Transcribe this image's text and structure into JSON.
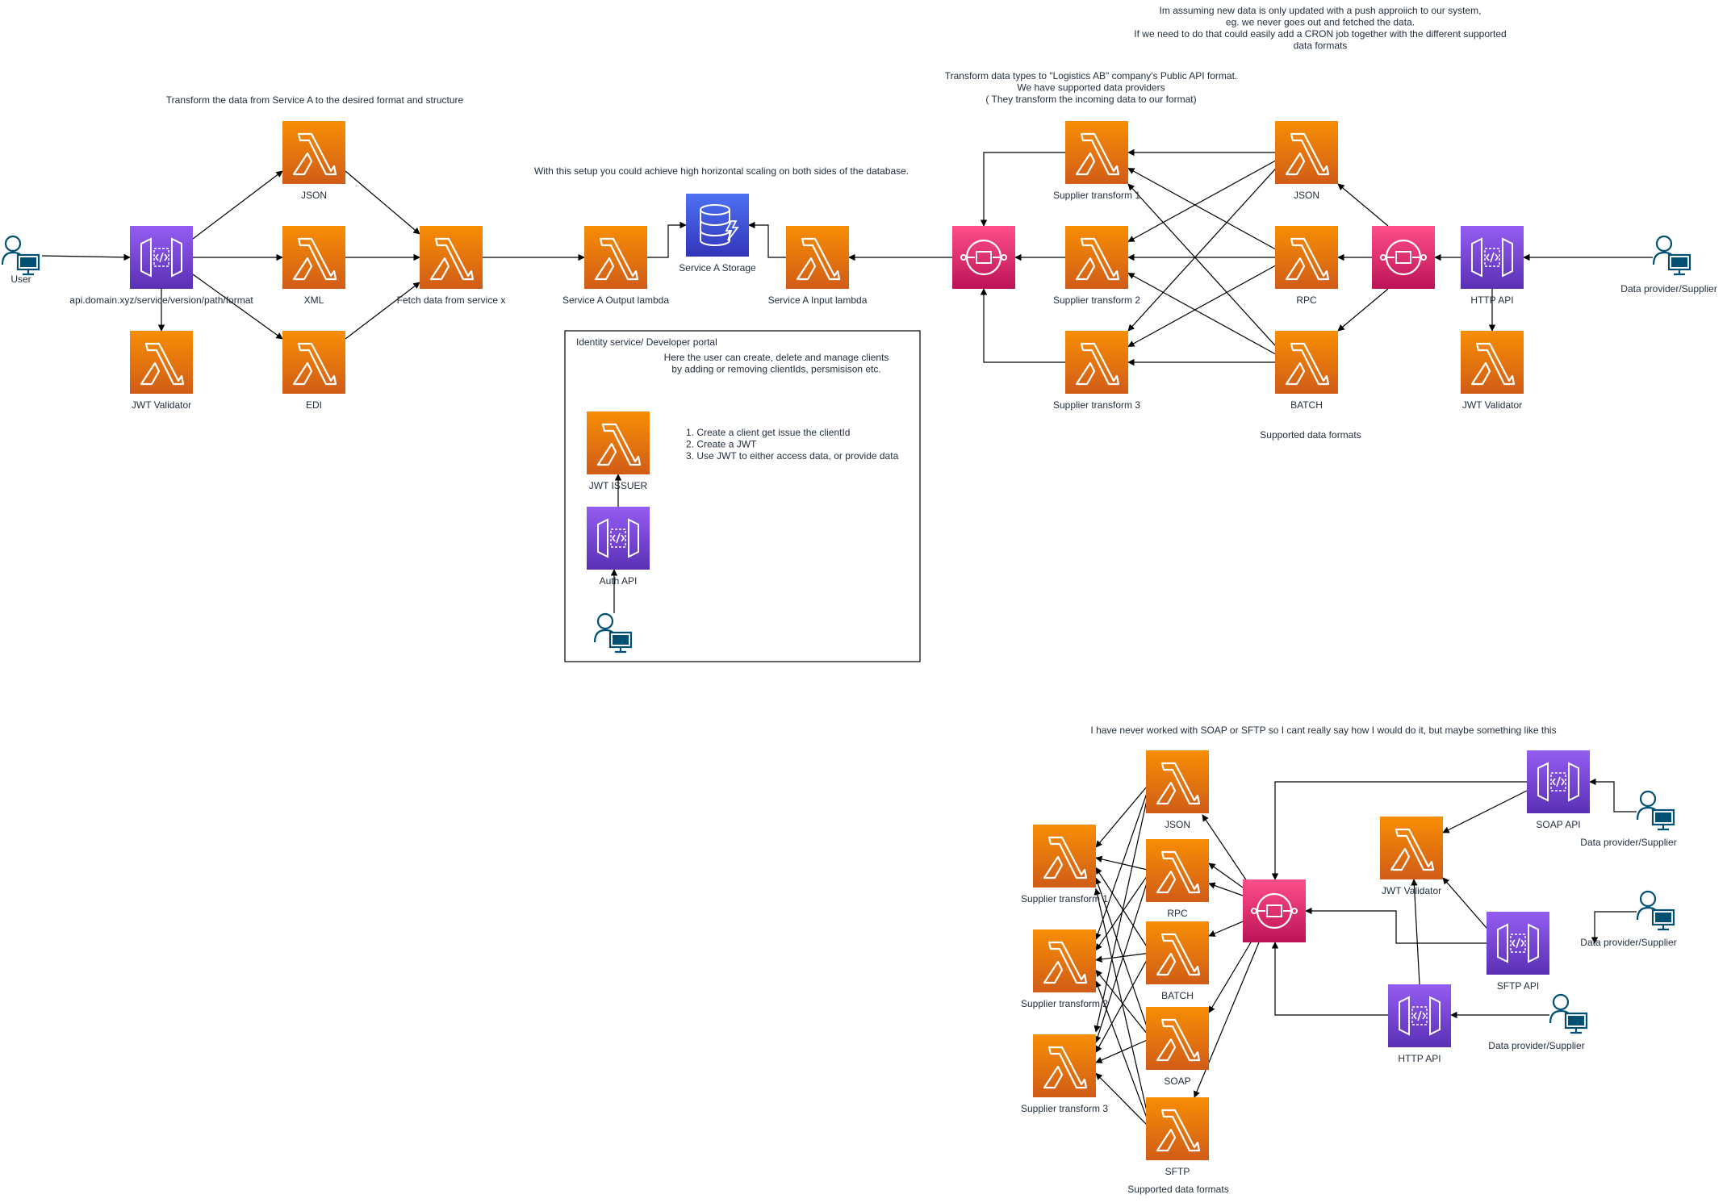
{
  "colors": {
    "lambda_top": "#f78e04",
    "lambda_bottom": "#d05c17",
    "api_top": "#945df2",
    "api_bottom": "#5a30b5",
    "sqs_top": "#ff4f8b",
    "sqs_bottom": "#bc1356",
    "dynamo_top": "#4d72f3",
    "dynamo_bottom": "#3334b9",
    "user": "#005073",
    "line": "#000000",
    "text": "#232f3e"
  },
  "notes": [
    {
      "id": "note-transform-service-a",
      "lines": [
        "Transform the data from Service A to the desired format and structure"
      ]
    },
    {
      "id": "note-horizontal-scaling",
      "lines": [
        "With this setup you could achieve high horizontal scaling on both sides of the database."
      ]
    },
    {
      "id": "note-push-approach",
      "lines": [
        "Im assuming new data is only updated with a push approiich to our system,",
        "eg. we never goes out and fetched the data.",
        "If we need to do that could easily add a CRON job together with the different  supported",
        "data formats"
      ]
    },
    {
      "id": "note-logistics-format",
      "lines": [
        "Transform data types to \"Logistics AB\" company's Public API format.",
        "We have supported data providers",
        "( They transform the incoming data to our format)"
      ]
    },
    {
      "id": "note-supported-formats-top",
      "lines": [
        "Supported data formats"
      ]
    },
    {
      "id": "note-soap-sftp",
      "lines": [
        "I have never worked with SOAP or SFTP so I cant really say how I would do it, but maybe something like this"
      ]
    },
    {
      "id": "note-supported-formats-bottom",
      "lines": [
        "Supported data formats"
      ]
    },
    {
      "id": "note-identity-title",
      "lines": [
        "Identity service/ Developer portal"
      ]
    },
    {
      "id": "note-identity-desc",
      "lines": [
        "Here the user can create, delete and manage clients",
        "by adding or removing clientIds, persmisison etc."
      ]
    },
    {
      "id": "note-identity-steps",
      "lines": [
        "1. Create a client get issue the clientId",
        "2. Create a JWT",
        "3. Use JWT to either access data, or provide data"
      ]
    }
  ],
  "nodes": [
    {
      "id": "user-left",
      "type": "user",
      "label": "User"
    },
    {
      "id": "api-gateway-main",
      "type": "api",
      "label": "api.domain.xyz/service/version/path/format"
    },
    {
      "id": "jwt-validator-left",
      "type": "lambda",
      "label": "JWT Validator"
    },
    {
      "id": "lambda-json-left",
      "type": "lambda",
      "label": "JSON"
    },
    {
      "id": "lambda-xml",
      "type": "lambda",
      "label": "XML"
    },
    {
      "id": "lambda-edi",
      "type": "lambda",
      "label": "EDI"
    },
    {
      "id": "lambda-fetch",
      "type": "lambda",
      "label": "Fetch data from service x"
    },
    {
      "id": "lambda-service-a-output",
      "type": "lambda",
      "label": "Service A Output lambda"
    },
    {
      "id": "dynamo-service-a",
      "type": "dynamo",
      "label": "Service A Storage"
    },
    {
      "id": "lambda-service-a-input",
      "type": "lambda",
      "label": "Service A Input lambda"
    },
    {
      "id": "sqs-left",
      "type": "sqs",
      "label": ""
    },
    {
      "id": "lambda-supplier-t1",
      "type": "lambda",
      "label": "Supplier transform 1"
    },
    {
      "id": "lambda-supplier-t2",
      "type": "lambda",
      "label": "Supplier transform 2"
    },
    {
      "id": "lambda-supplier-t3",
      "type": "lambda",
      "label": "Supplier transform 3"
    },
    {
      "id": "lambda-json-right",
      "type": "lambda",
      "label": "JSON"
    },
    {
      "id": "lambda-rpc-right",
      "type": "lambda",
      "label": "RPC"
    },
    {
      "id": "lambda-batch-right",
      "type": "lambda",
      "label": "BATCH"
    },
    {
      "id": "sqs-right",
      "type": "sqs",
      "label": ""
    },
    {
      "id": "api-http-right",
      "type": "api",
      "label": "HTTP API"
    },
    {
      "id": "jwt-validator-right",
      "type": "lambda",
      "label": "JWT Validator"
    },
    {
      "id": "user-right",
      "type": "user",
      "label": "Data provider/Supplier"
    },
    {
      "id": "lambda-jwt-issuer",
      "type": "lambda",
      "label": "JWT ISSUER"
    },
    {
      "id": "api-auth",
      "type": "api",
      "label": "Auth API"
    },
    {
      "id": "user-identity",
      "type": "user",
      "label": ""
    },
    {
      "id": "b-lambda-json",
      "type": "lambda",
      "label": "JSON"
    },
    {
      "id": "b-lambda-rpc",
      "type": "lambda",
      "label": "RPC"
    },
    {
      "id": "b-lambda-batch",
      "type": "lambda",
      "label": "BATCH"
    },
    {
      "id": "b-lambda-soap",
      "type": "lambda",
      "label": "SOAP"
    },
    {
      "id": "b-lambda-sftp",
      "type": "lambda",
      "label": "SFTP"
    },
    {
      "id": "b-supplier-t1",
      "type": "lambda",
      "label": "Supplier transform 1"
    },
    {
      "id": "b-supplier-t2",
      "type": "lambda",
      "label": "Supplier transform 2"
    },
    {
      "id": "b-supplier-t3",
      "type": "lambda",
      "label": "Supplier transform 3"
    },
    {
      "id": "b-sqs",
      "type": "sqs",
      "label": ""
    },
    {
      "id": "b-jwt-validator",
      "type": "lambda",
      "label": "JWT Validator"
    },
    {
      "id": "b-api-soap",
      "type": "api",
      "label": "SOAP API"
    },
    {
      "id": "b-api-sftp",
      "type": "api",
      "label": "SFTP API"
    },
    {
      "id": "b-api-http",
      "type": "api",
      "label": "HTTP API"
    },
    {
      "id": "b-user-soap",
      "type": "user",
      "label": "Data provider/Supplier"
    },
    {
      "id": "b-user-sftp",
      "type": "user",
      "label": "Data provider/Supplier"
    },
    {
      "id": "b-user-http",
      "type": "user",
      "label": "Data provider/Supplier"
    }
  ]
}
